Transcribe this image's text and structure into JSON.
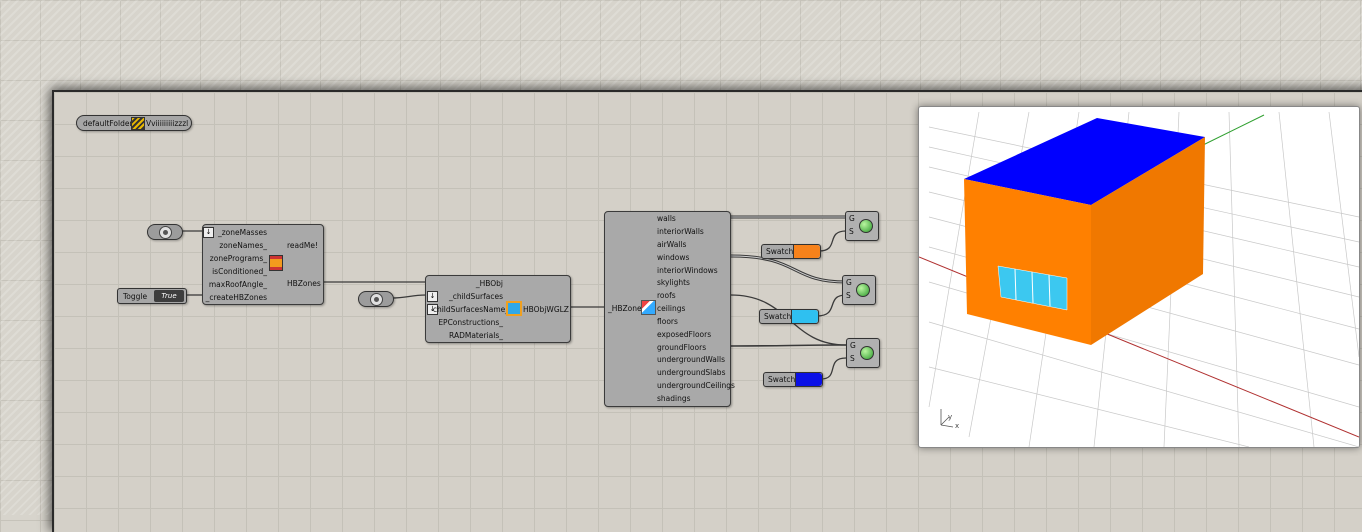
{
  "folder": {
    "param": "defaultFolder_",
    "value": "Vviiiiiiiiizzzl"
  },
  "toggle": {
    "label": "Toggle",
    "value": "True"
  },
  "masses_to_zones": {
    "inputs": [
      "_zoneMasses",
      "zoneNames_",
      "zonePrograms_",
      "isConditioned_",
      "maxRoofAngle_",
      "_createHBZones"
    ],
    "outputs": [
      "readMe!",
      "HBZones"
    ]
  },
  "add_to_zone": {
    "inputs": [
      "_HBObj",
      "_childSurfaces",
      "childSurfacesName_",
      "EPConstructions_",
      "RADMaterials_"
    ],
    "output": "HBObjWGLZ"
  },
  "decompose": {
    "input": "_HBZone",
    "outputs": [
      "walls",
      "interiorWalls",
      "airWalls",
      "windows",
      "interiorWindows",
      "skylights",
      "roofs",
      "ceilings",
      "floors",
      "exposedFloors",
      "groundFloors",
      "undergroundWalls",
      "undergroundSlabs",
      "undergroundCeilings",
      "shadings"
    ]
  },
  "swatches": [
    {
      "label": "Swatch",
      "color": "#f7821b"
    },
    {
      "label": "Swatch",
      "color": "#2fc0f0"
    },
    {
      "label": "Swatch",
      "color": "#0a10e6"
    }
  ],
  "preview_ports": {
    "g": "G",
    "s": "S"
  },
  "viewport": {
    "axis_x": "x",
    "axis_y": "y",
    "roof_color": "#0000ff",
    "wall_color": "#ff8000",
    "window_color": "#3cc8f0"
  }
}
